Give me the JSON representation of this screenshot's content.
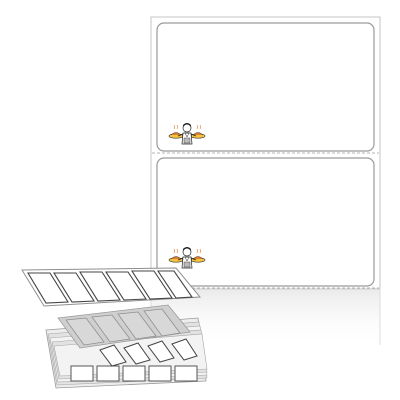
{
  "product": {
    "labels_per_sheet_shown": 2,
    "label_shape": "rounded-rectangle",
    "format": "fanfold",
    "background_color": "#ffffff",
    "liner_color": "#ffffff",
    "outline_color": "#9a9a9a",
    "perforation_color": "#b5b5b5",
    "stack_shade_color": "#cfcfcf",
    "label_artwork_icon": "chef-serving-food-icon"
  }
}
